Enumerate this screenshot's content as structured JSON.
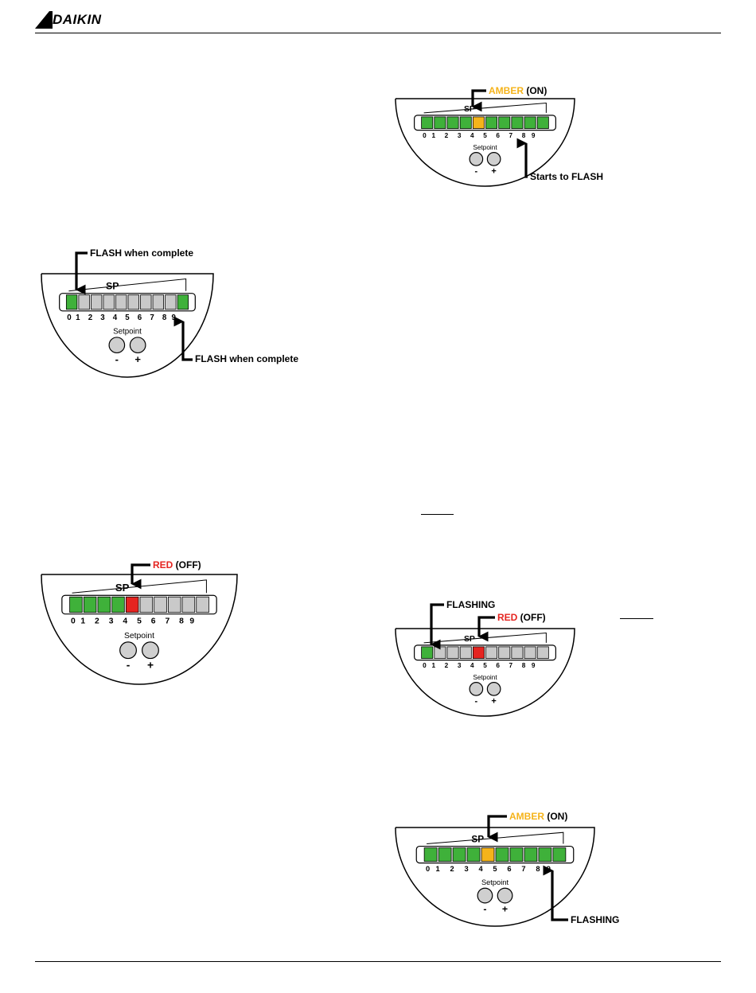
{
  "header": {
    "brand": "DAIKIN",
    "brand_color": "#000000"
  },
  "colors": {
    "green": "#3fb13a",
    "gray": "#c9c9c9",
    "red": "#e52420",
    "amber": "#f5b31a",
    "button": "#cfcfcf",
    "callout_red": "#e52420",
    "callout_amber": "#f5b31a"
  },
  "common": {
    "sp_label": "SP",
    "setpoint_label": "Setpoint",
    "minus_label": "-",
    "plus_label": "+",
    "digits": [
      "0",
      "1",
      "2",
      "3",
      "4",
      "5",
      "6",
      "7",
      "8",
      "9"
    ]
  },
  "panels": [
    {
      "id": "panel-1",
      "leds": [
        "green",
        "gray",
        "gray",
        "gray",
        "gray",
        "gray",
        "gray",
        "gray",
        "gray",
        "green"
      ],
      "callouts": [
        {
          "segments": [
            {
              "text": "FLASH when complete",
              "color": "dark"
            }
          ]
        },
        {
          "segments": [
            {
              "text": "FLASH when complete",
              "color": "dark"
            }
          ]
        }
      ]
    },
    {
      "id": "panel-2",
      "leds": [
        "green",
        "green",
        "green",
        "green",
        "red",
        "gray",
        "gray",
        "gray",
        "gray",
        "gray"
      ],
      "callouts": [
        {
          "segments": [
            {
              "text": "RED",
              "color": "red"
            },
            {
              "text": " (OFF)",
              "color": "dark"
            }
          ]
        }
      ]
    },
    {
      "id": "panel-3",
      "leds": [
        "green",
        "green",
        "green",
        "green",
        "amber",
        "green",
        "green",
        "green",
        "green",
        "green"
      ],
      "callouts": [
        {
          "segments": [
            {
              "text": "AMBER",
              "color": "amber"
            },
            {
              "text": " (ON)",
              "color": "dark"
            }
          ]
        },
        {
          "segments": [
            {
              "text": "Starts to FLASH",
              "color": "dark"
            }
          ]
        }
      ]
    },
    {
      "id": "panel-4",
      "leds": [
        "green",
        "gray",
        "gray",
        "gray",
        "red",
        "gray",
        "gray",
        "gray",
        "gray",
        "gray"
      ],
      "callouts": [
        {
          "segments": [
            {
              "text": "FLASHING",
              "color": "dark"
            }
          ]
        },
        {
          "segments": [
            {
              "text": "RED",
              "color": "red"
            },
            {
              "text": " (OFF)",
              "color": "dark"
            }
          ]
        }
      ]
    },
    {
      "id": "panel-5",
      "leds": [
        "green",
        "green",
        "green",
        "green",
        "amber",
        "green",
        "green",
        "green",
        "green",
        "green"
      ],
      "callouts": [
        {
          "segments": [
            {
              "text": "AMBER",
              "color": "amber"
            },
            {
              "text": " (ON)",
              "color": "dark"
            }
          ]
        },
        {
          "segments": [
            {
              "text": "FLASHING",
              "color": "dark"
            }
          ]
        }
      ]
    }
  ]
}
